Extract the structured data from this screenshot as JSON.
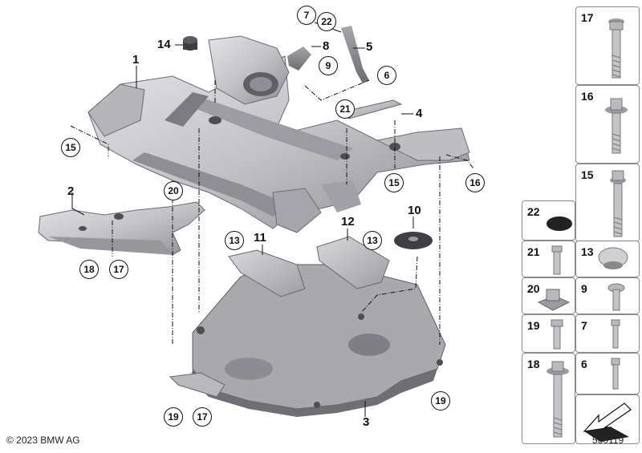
{
  "callouts": {
    "c1": "1",
    "c2": "2",
    "c3": "3",
    "c4": "4",
    "c5": "5",
    "c6": "6",
    "c7": "7",
    "c8": "8",
    "c9": "9",
    "c10": "10",
    "c11": "11",
    "c12": "12",
    "c13a": "13",
    "c13b": "13",
    "c14": "14",
    "c15a": "15",
    "c15b": "15",
    "c16": "16",
    "c17a": "17",
    "c17b": "17",
    "c18": "18",
    "c19a": "19",
    "c19b": "19",
    "c20": "20",
    "c21": "21",
    "c22": "22"
  },
  "legend": {
    "p17": "17",
    "p16": "16",
    "p15": "15",
    "p22": "22",
    "p21": "21",
    "p13": "13",
    "p20": "20",
    "p9": "9",
    "p19": "19",
    "p7": "7",
    "p18": "18",
    "p6": "6"
  },
  "footer": {
    "copyright": "© 2023 BMW AG",
    "diagram_id": "530119"
  },
  "colors": {
    "part_fill": "#c8c8cc",
    "part_shade": "#9a9aa0",
    "part_dark": "#6f6f75",
    "line": "#111111"
  }
}
